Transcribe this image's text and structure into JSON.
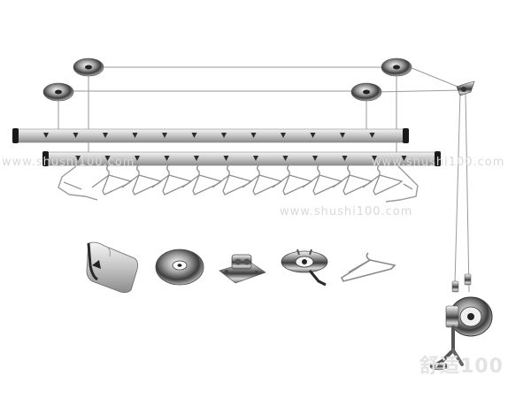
{
  "watermarks": {
    "upper_left": "www.shushi100.com",
    "upper_right": "www.shushi100.com",
    "lower_middle": "www.shushi100.com"
  },
  "corner_logo": {
    "text": "舒适100"
  },
  "colors": {
    "rail": "#c9c9c9",
    "rail_cap": "#1a1a1a",
    "chrome_dark": "#5a5a5a",
    "chrome_light": "#f2f2f2",
    "cable": "#9a9a9a"
  },
  "parts_shown": [
    "rail-profile",
    "ceiling-pulley",
    "rail-bracket",
    "wall-pulley",
    "hanger"
  ]
}
